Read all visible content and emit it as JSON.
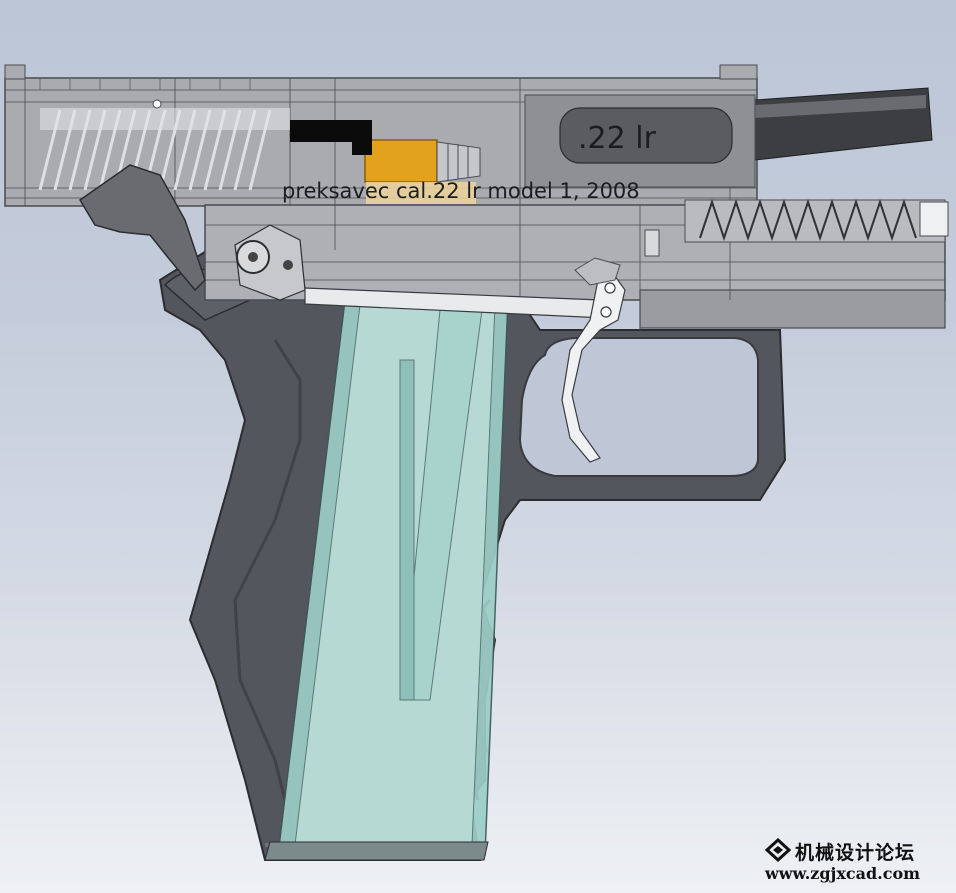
{
  "drawing": {
    "engraving_text": "preksavec cal.22 lr model 1, 2008",
    "barrel_marking": ".22 lr"
  },
  "watermark": {
    "site_name_cn": "机械设计论坛",
    "site_url": "www.zgjxcad.com"
  },
  "colors": {
    "background_top": "#bcc6d6",
    "frame": "#55565d",
    "magazine": "#9ccdc6",
    "slide": "#a9abaf",
    "cartridge": "#e3a21c"
  }
}
